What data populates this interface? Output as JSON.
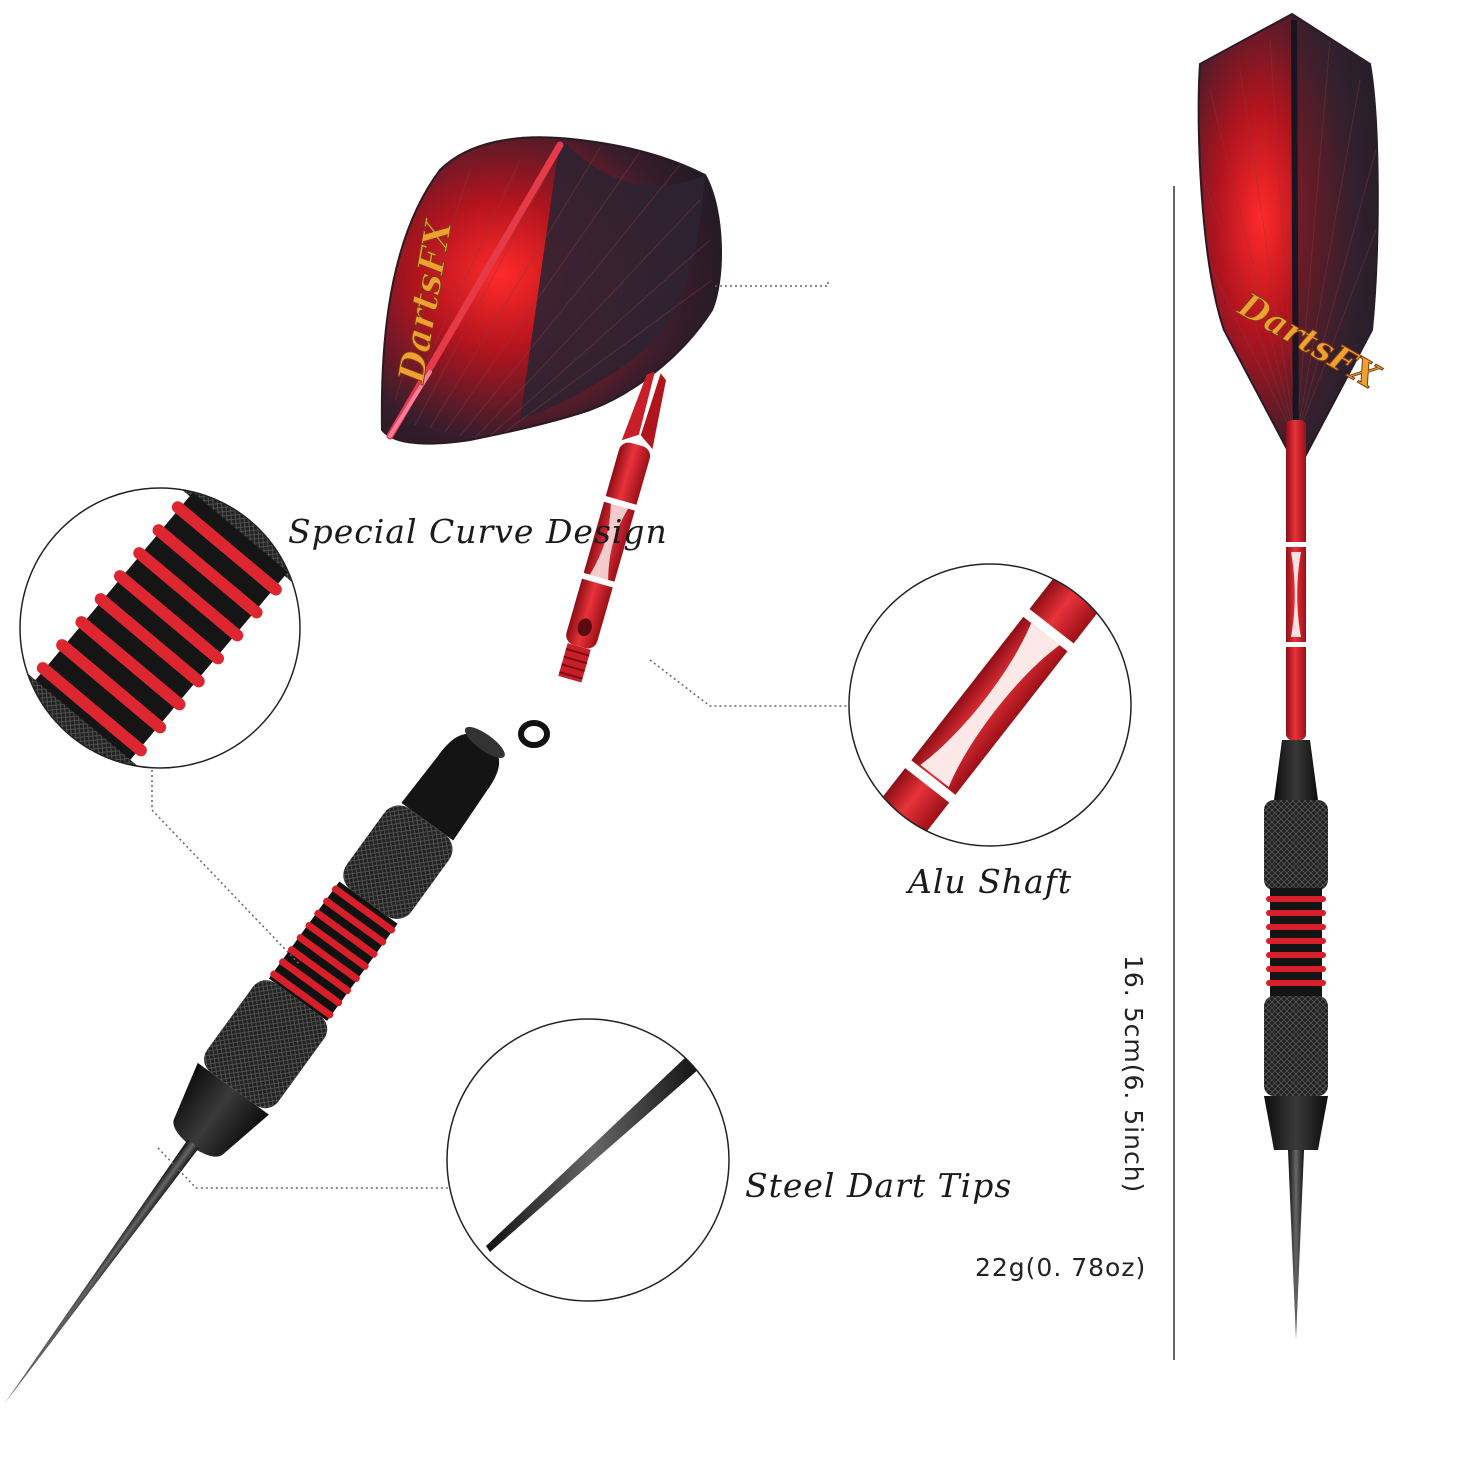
{
  "brand": "DartsFX",
  "labels": {
    "flight": "Special Curve Design",
    "shaft": "Alu Shaft",
    "tip": "Steel Dart Tips"
  },
  "specs": {
    "length": "16. 5cm(6. 5inch)",
    "weight": "22g(0. 78oz)"
  },
  "colors": {
    "accent_red": "#e0222c",
    "barrel_black": "#1c1c1c",
    "flight_dark": "#2a1a24"
  }
}
